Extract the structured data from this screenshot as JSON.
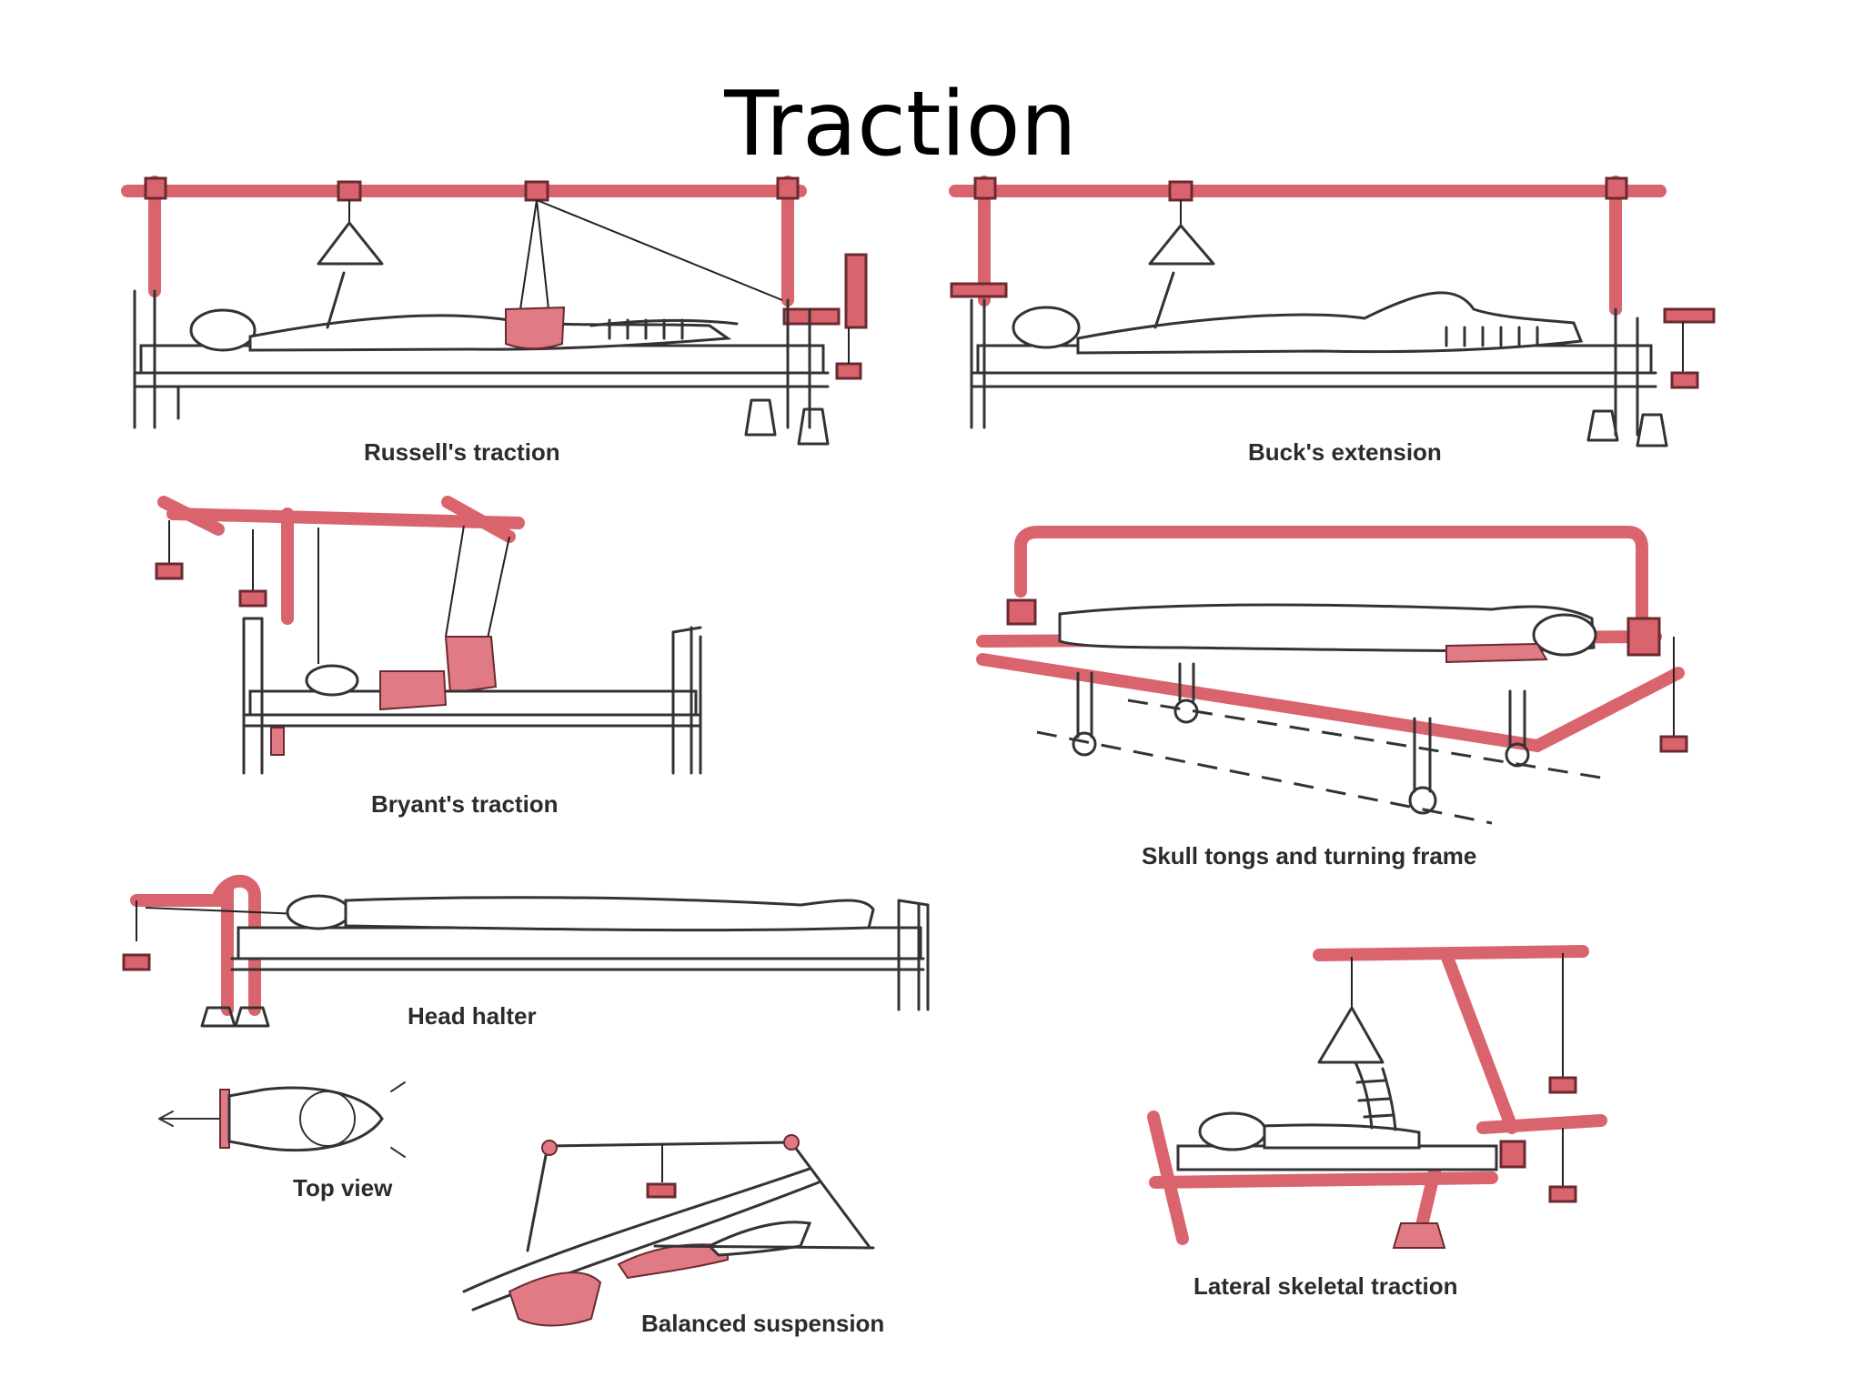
{
  "title": "Traction",
  "panels": {
    "russell": {
      "label": "Russell's traction"
    },
    "buck": {
      "label": "Buck's extension"
    },
    "bryant": {
      "label": "Bryant's traction"
    },
    "skull": {
      "label": "Skull tongs and turning frame"
    },
    "head_halter": {
      "label": "Head halter"
    },
    "top_view": {
      "label": "Top view"
    },
    "balanced": {
      "label": "Balanced suspension"
    },
    "lateral": {
      "label": "Lateral skeletal traction"
    }
  },
  "colors": {
    "frame": "#d9646e",
    "frame_outline": "#6b2a30",
    "ink": "#333333",
    "background": "#ffffff"
  }
}
